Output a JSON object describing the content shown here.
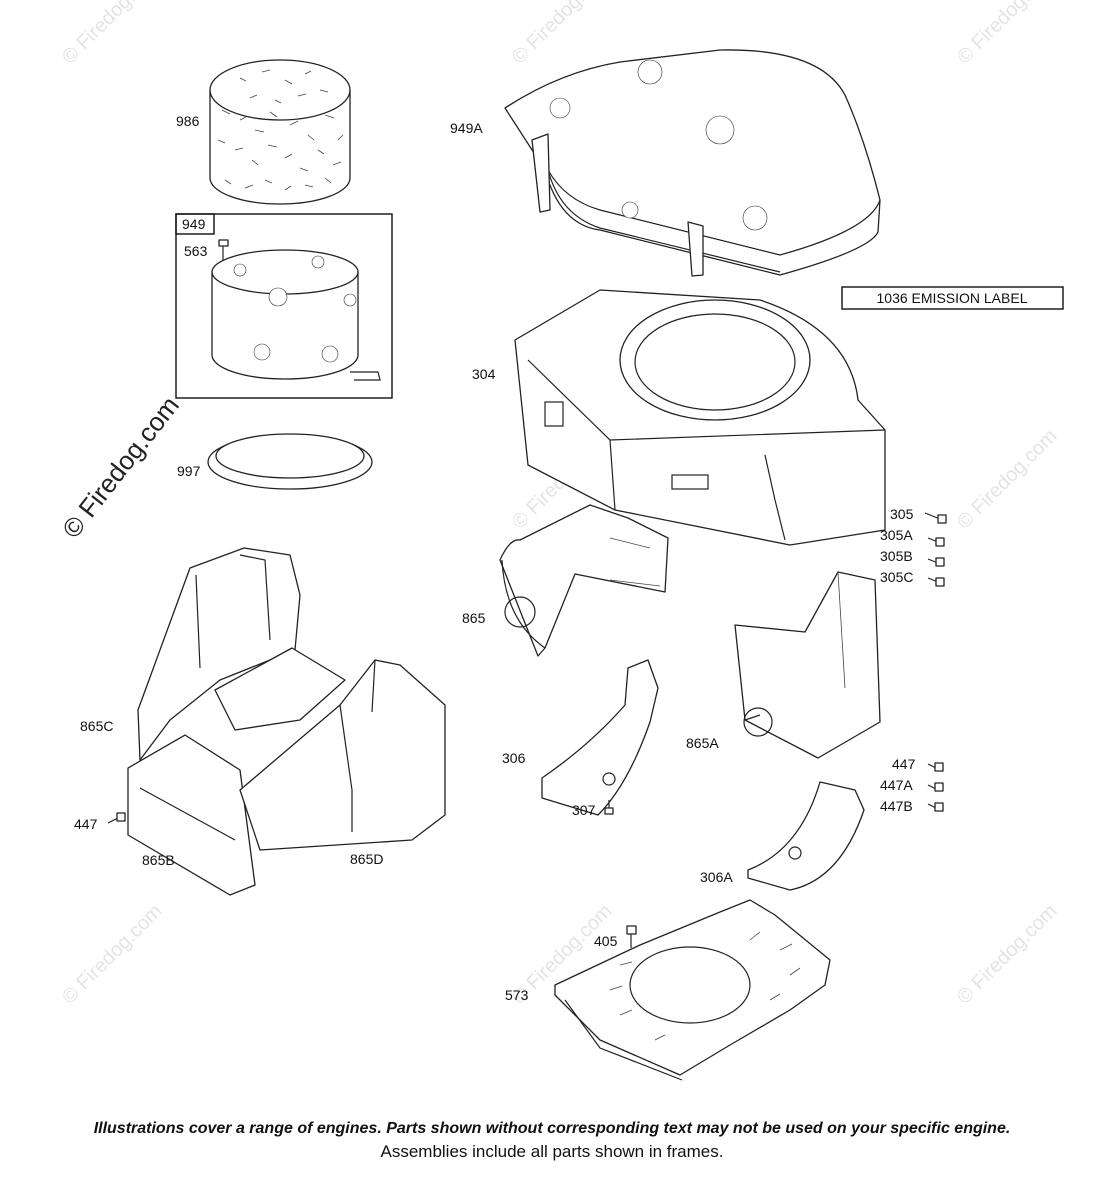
{
  "watermark": {
    "text": "© Firedog.com",
    "brand": "Firedog.com"
  },
  "callouts": {
    "p986": "986",
    "p949_frame": "949",
    "p563": "563",
    "p997": "997",
    "p949A": "949A",
    "p304": "304",
    "p305": "305",
    "p305A": "305A",
    "p305B": "305B",
    "p305C": "305C",
    "p865": "865",
    "p865A": "865A",
    "p865B": "865B",
    "p865C": "865C",
    "p865D": "865D",
    "p306": "306",
    "p306A": "306A",
    "p307": "307",
    "p405": "405",
    "p447_left": "447",
    "p447": "447",
    "p447A": "447A",
    "p447B": "447B",
    "p573": "573"
  },
  "emission_label": "1036 EMISSION LABEL",
  "footer": {
    "disclaimer": "Illustrations cover a range of engines. Parts shown without corresponding text may not be used on your specific engine.",
    "assemblies": "Assemblies include all parts shown in frames."
  }
}
